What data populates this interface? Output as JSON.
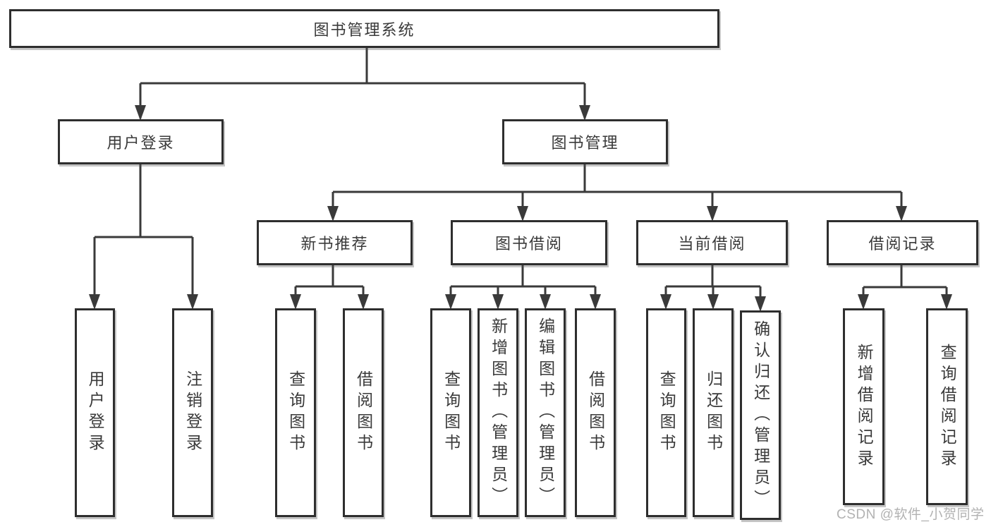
{
  "diagram": {
    "root": {
      "label": "图书管理系统"
    },
    "level2": [
      {
        "label": "用户登录"
      },
      {
        "label": "图书管理"
      }
    ],
    "level3": [
      {
        "label": "新书推荐"
      },
      {
        "label": "图书借阅"
      },
      {
        "label": "当前借阅"
      },
      {
        "label": "借阅记录"
      }
    ],
    "leaves": {
      "user_login": "用户登录",
      "logout_login": "注销登录",
      "query_books_recommend": "查询图书",
      "borrow_books_recommend": "借阅图书",
      "query_books_borrow": "查询图书",
      "add_books_admin": "新增图书（管理员）",
      "edit_books_admin": "编辑图书（管理员）",
      "borrow_books_borrow": "借阅图书",
      "query_books_current": "查询图书",
      "return_books": "归还图书",
      "confirm_return_admin": "确认归还（管理员）",
      "add_borrow_record": "新增借阅记录",
      "query_borrow_record": "查询借阅记录"
    }
  },
  "watermark": {
    "text": "CSDN @软件_小贺同学",
    "color": "#b2b2b2"
  },
  "colors": {
    "line": "#3a3a3a",
    "border": "#2e2e2e",
    "text": "#3a3a3a"
  }
}
